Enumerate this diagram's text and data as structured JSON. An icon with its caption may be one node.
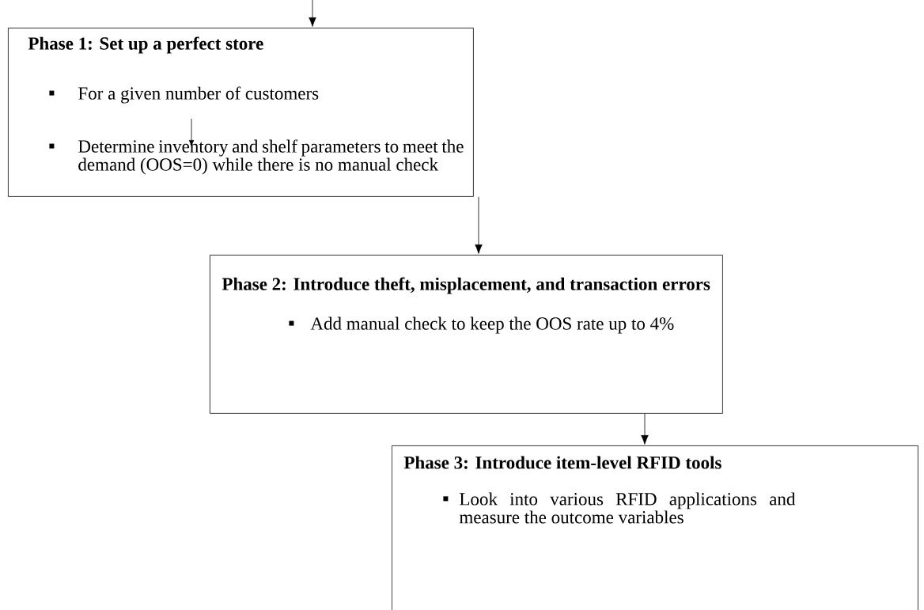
{
  "diagram": {
    "nodes": [
      {
        "text": [
          "Phase 1: Set up a perfect store",
          "For a given number of customers",
          "Determine inventory and shelf parameters to meet the demand (OOS=0) while there is no manual check"
        ]
      },
      {
        "text": [
          "Phase 2: Introduce theft, misplacement, and transaction errors",
          "Add manual check to keep the OOS rate up to 4%"
        ]
      },
      {
        "text": [
          "Phase 3: Introduce item-level RFID tools",
          "Look into various RFID applications and measure the outcome variables"
        ]
      }
    ],
    "edges": [
      {
        "from": null,
        "to": 0,
        "arrow": "to"
      },
      {
        "from": 0,
        "to": 1,
        "arrow": "to"
      },
      {
        "from": 1,
        "to": 2,
        "arrow": "to"
      }
    ]
  }
}
